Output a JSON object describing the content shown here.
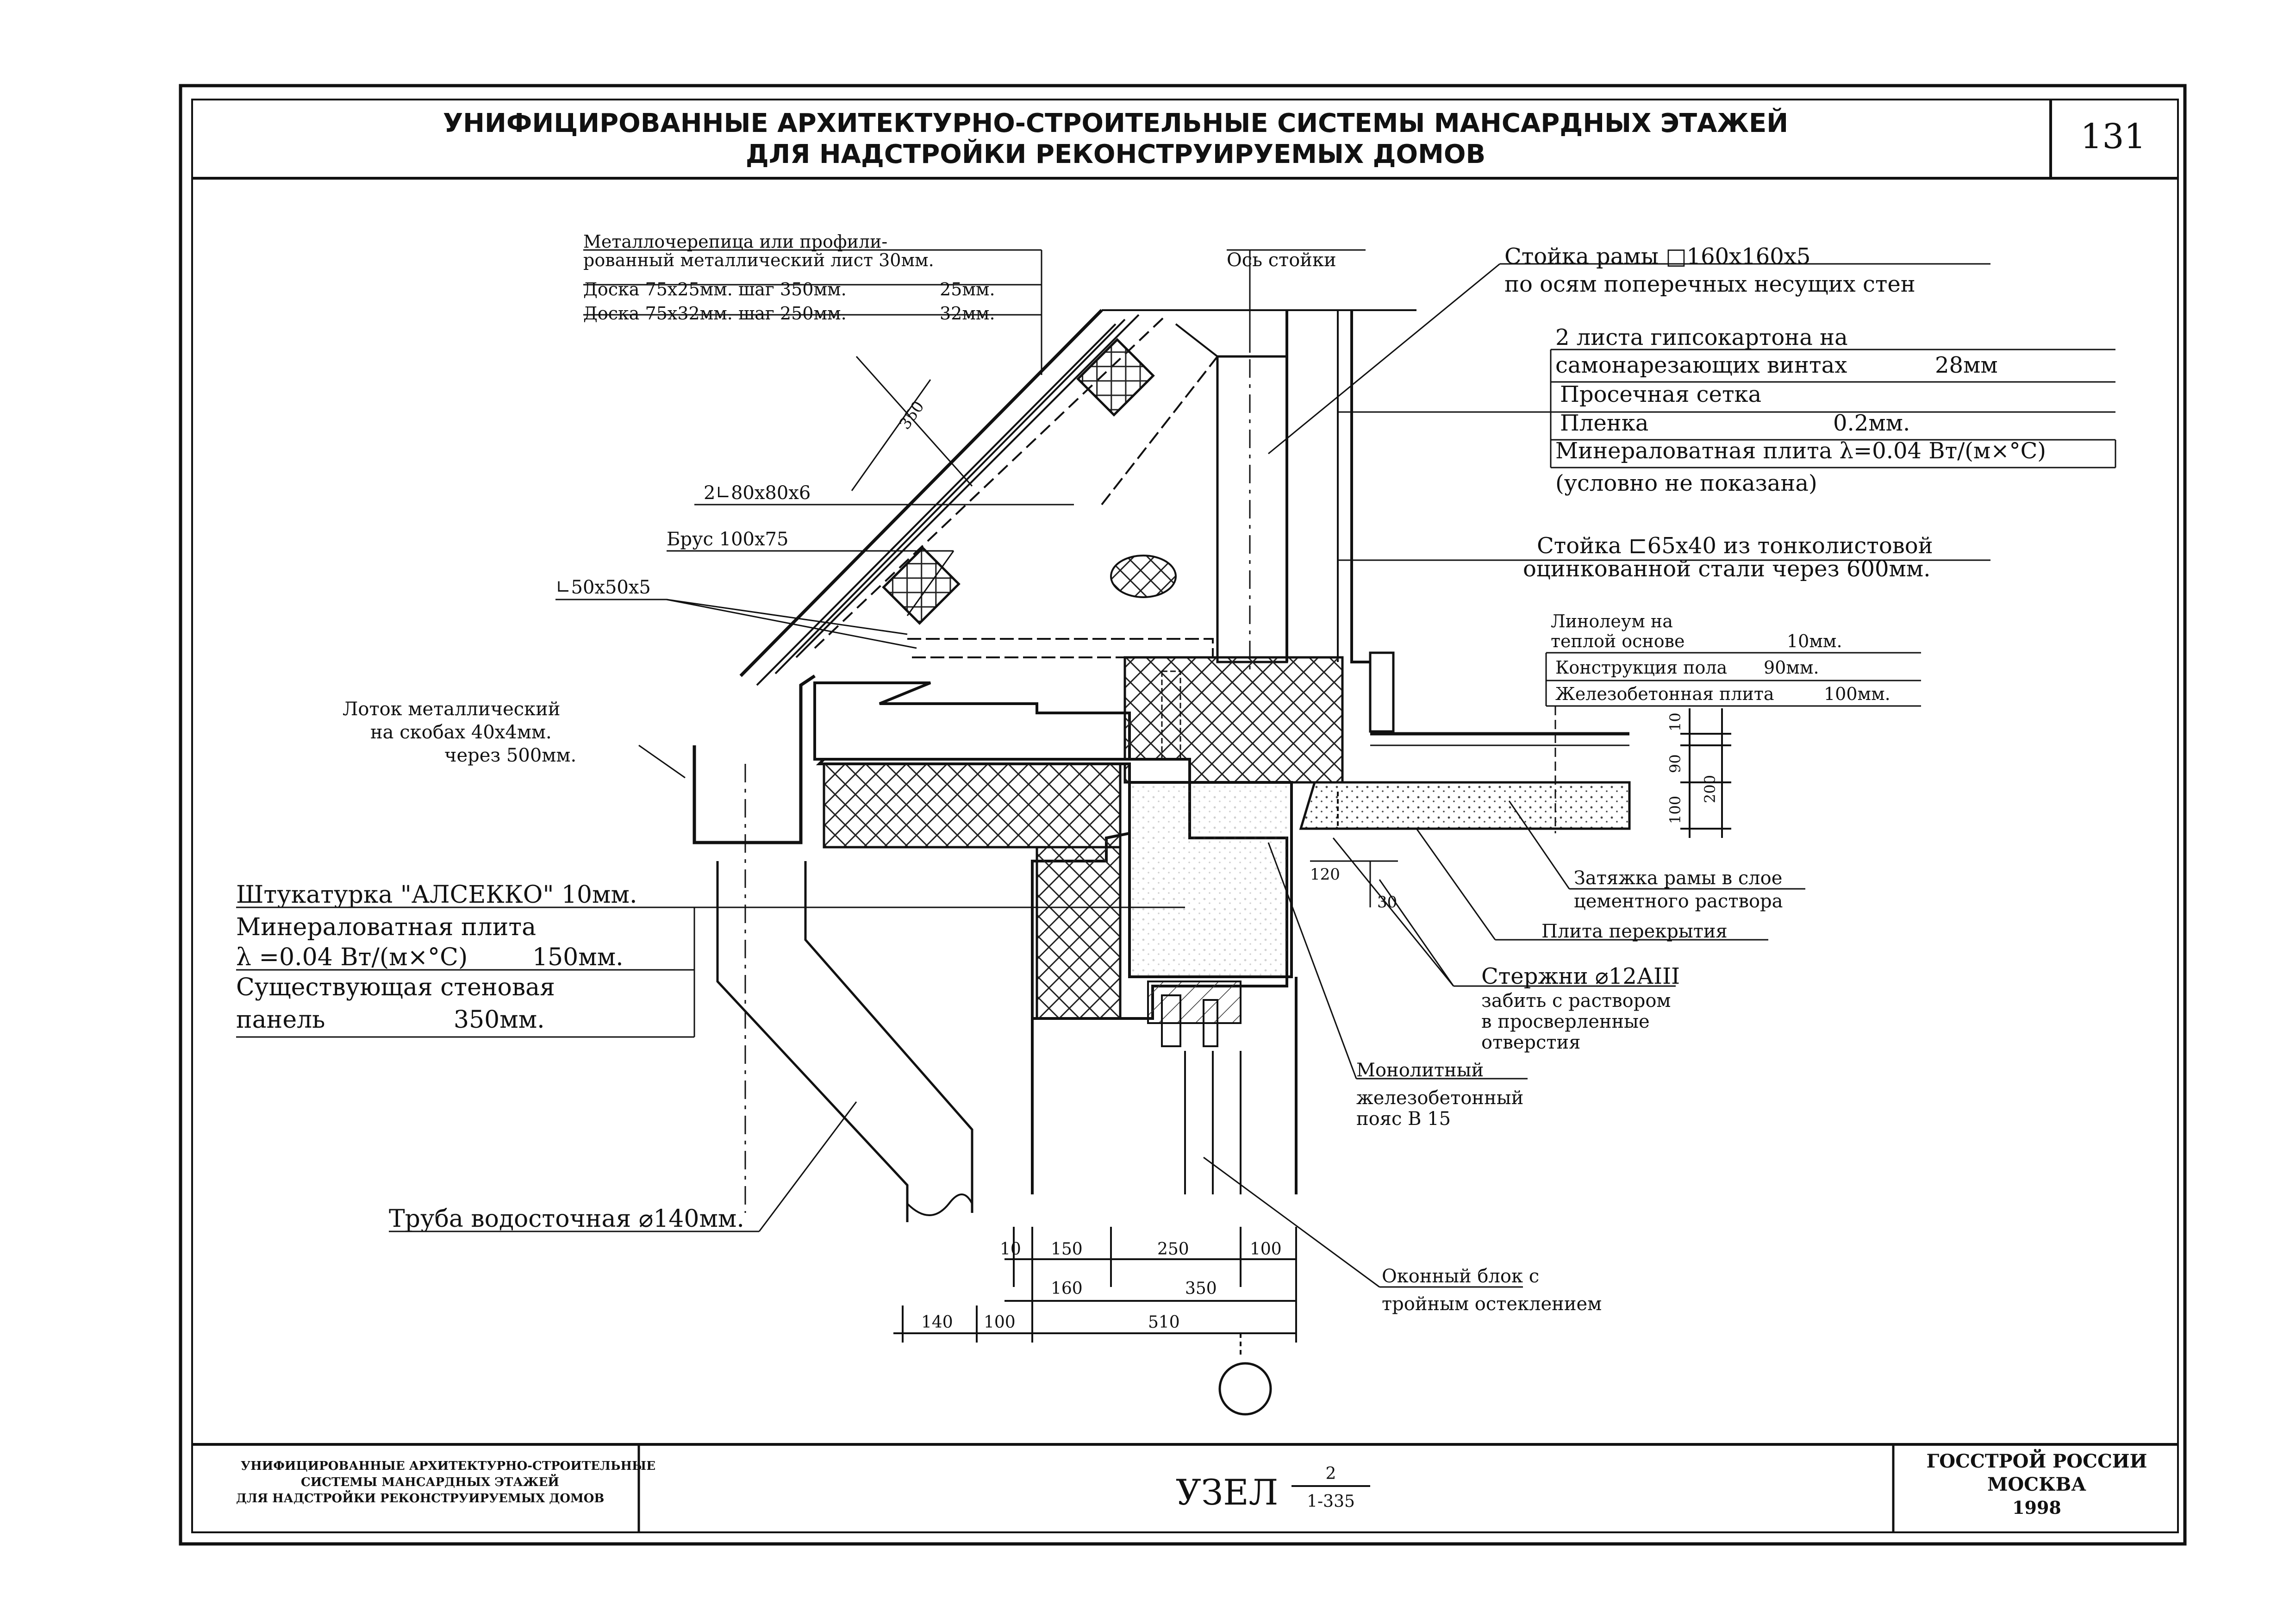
{
  "header": {
    "title_line1": "УНИФИЦИРОВАННЫЕ АРХИТЕКТУРНО-СТРОИТЕЛЬНЫЕ СИСТЕМЫ МАНСАРДНЫХ ЭТАЖЕЙ",
    "title_line2": "ДЛЯ НАДСТРОЙКИ РЕКОНСТРУИРУЕМЫХ ДОМОВ",
    "page_number": "131"
  },
  "roof_labels": {
    "tile_line1": "Металлочерепица или профили-",
    "tile_line2": "рованный металлический лист  30мм.",
    "board1": "Доска 75х25мм. шаг 350мм.",
    "board1_thk": "25мм.",
    "board2": "Доска 75х32мм. шаг 250мм.",
    "board2_thk": "32мм.",
    "axis": "Ось стойки",
    "dim_350": "350",
    "angle": "2∟80х80х6",
    "beam": "Брус 100х75",
    "small_angle": "∟50х50х5"
  },
  "frame_labels": {
    "post_line1": "Стойка рамы □160х160х5",
    "post_line2": "по осям поперечных несущих стен",
    "gyp_line1": "2 листа гипсокартона на",
    "gyp_line2": "самонарезающих винтах",
    "gyp_thk": "28мм",
    "mesh": "Просечная сетка",
    "film": "Пленка",
    "film_thk": "0.2мм.",
    "wool": "Минераловатная плита  λ=0.04 Вт/(м×°С)",
    "not_shown": "(условно не показана)",
    "stud_line1": "Стойка ⊏65х40 из тонколистовой",
    "stud_line2": "оцинкованной стали через 600мм."
  },
  "floor_labels": {
    "lino_line1": "Линолеум на",
    "lino_line2": "теплой основе",
    "lino_thk": "10мм.",
    "floor": "Конструкция пола",
    "floor_thk": "90мм.",
    "slab": "Железобетонная плита",
    "slab_thk": "100мм.",
    "dim_10": "10",
    "dim_90": "90",
    "dim_100": "100",
    "dim_200": "200",
    "tie_line1": "Затяжка рамы в слое",
    "tie_line2": "цементного раствора",
    "plate": "Плита перекрытия",
    "rod": "Стержни ⌀12АIII",
    "rod_line2": "забить с раствором",
    "rod_line3": "в просверленные",
    "rod_line4": "отверстия",
    "dim_120": "120",
    "dim_30": "30",
    "belt_line1": "Монолитный",
    "belt_line2": "железобетонный",
    "belt_line3": "пояс В 15",
    "window_line1": "Оконный блок с",
    "window_line2": "тройным остеклением"
  },
  "wall_labels": {
    "gutter_line1": "Лоток металлический",
    "gutter_line2": "на скобах 40х4мм.",
    "gutter_line3": "через 500мм.",
    "plaster": "Штукатурка \"АЛСЕККО\"   10мм.",
    "wool_line1": "Минераловатная плита",
    "wool_line2": "λ =0.04 Вт/(м×°С)",
    "wool_thk": "150мм.",
    "panel_line1": "Существующая стеновая",
    "panel_line2": "панель",
    "panel_thk": "350мм.",
    "pipe": "Труба водосточная ⌀140мм."
  },
  "dimensions": {
    "row1": [
      "10",
      "150",
      "250",
      "100"
    ],
    "row2": [
      "160",
      "350"
    ],
    "row3": [
      "140",
      "100",
      "510"
    ]
  },
  "stamp": {
    "left_line1": "УНИФИЦИРОВАННЫЕ АРХИТЕКТУРНО-СТРОИТЕЛЬНЫЕ",
    "left_line2": "СИСТЕМЫ МАНСАРДНЫХ ЭТАЖЕЙ",
    "left_line3": "ДЛЯ НАДСТРОЙКИ РЕКОНСТРУИРУЕМЫХ ДОМОВ",
    "node": "УЗЕЛ",
    "node_num": "2",
    "node_series": "1-335",
    "org_line1": "ГОССТРОЙ РОССИИ",
    "org_line2": "МОСКВА",
    "year": "1998"
  }
}
